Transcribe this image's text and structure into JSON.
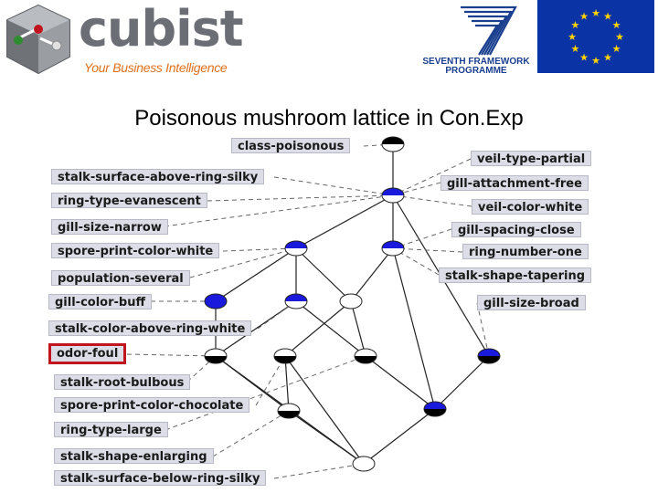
{
  "header": {
    "logo_word": "cubist",
    "logo_tagline": "Your Business Intelligence",
    "fp7_line1": "SEVENTH FRAMEWORK",
    "fp7_line2": "PROGRAMME"
  },
  "title": "Poisonous mushroom lattice in Con.Exp",
  "colors": {
    "node_blue": "#1a1adc",
    "node_black": "#000000",
    "label_bg": "#dcdde6",
    "highlight": "#c0141e"
  },
  "labels": {
    "class_poisonous": "class-poisonous",
    "veil_type_partial": "veil-type-partial",
    "stalk_surface_above_ring_silky": "stalk-surface-above-ring-silky",
    "gill_attachment_free": "gill-attachment-free",
    "ring_type_evanescent": "ring-type-evanescent",
    "veil_color_white": "veil-color-white",
    "gill_size_narrow": "gill-size-narrow",
    "gill_spacing_close": "gill-spacing-close",
    "spore_print_color_white": "spore-print-color-white",
    "ring_number_one": "ring-number-one",
    "population_several": "population-several",
    "stalk_shape_tapering": "stalk-shape-tapering",
    "gill_color_buff": "gill-color-buff",
    "gill_size_broad": "gill-size-broad",
    "stalk_color_above_ring_white": "stalk-color-above-ring-white",
    "odor_foul": "odor-foul",
    "stalk_root_bulbous": "stalk-root-bulbous",
    "spore_print_color_chocolate": "spore-print-color-chocolate",
    "ring_type_large": "ring-type-large",
    "stalk_shape_enlarging": "stalk-shape-enlarging",
    "stalk_surface_below_ring_silky": "stalk-surface-below-ring-silky"
  },
  "nodes": [
    {
      "id": "n1",
      "top": "black",
      "bottom": "white"
    },
    {
      "id": "n2",
      "top": "blue",
      "bottom": "white"
    },
    {
      "id": "n3",
      "top": "blue",
      "bottom": "white"
    },
    {
      "id": "n4",
      "top": "blue",
      "bottom": "white"
    },
    {
      "id": "n5",
      "top": "blue",
      "bottom": "blue"
    },
    {
      "id": "n6",
      "top": "blue",
      "bottom": "white"
    },
    {
      "id": "n7",
      "top": "white",
      "bottom": "white"
    },
    {
      "id": "n8",
      "top": "white",
      "bottom": "black"
    },
    {
      "id": "n9",
      "top": "white",
      "bottom": "black"
    },
    {
      "id": "n10",
      "top": "white",
      "bottom": "black"
    },
    {
      "id": "n11",
      "top": "blue",
      "bottom": "black"
    },
    {
      "id": "n12",
      "top": "white",
      "bottom": "black"
    },
    {
      "id": "n13",
      "top": "blue",
      "bottom": "black"
    },
    {
      "id": "n14",
      "top": "white",
      "bottom": "white"
    }
  ]
}
